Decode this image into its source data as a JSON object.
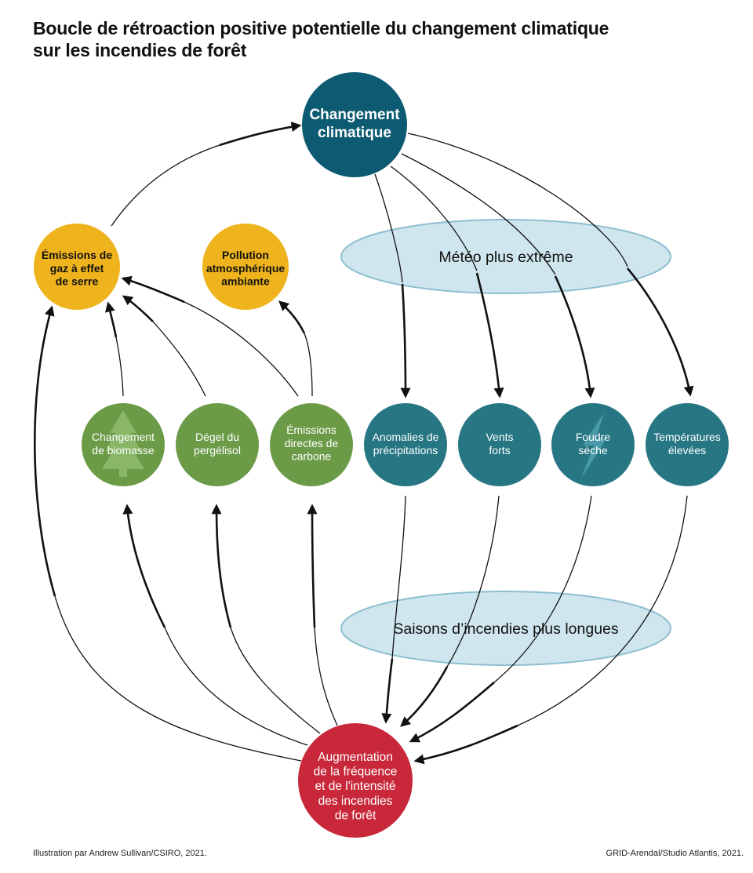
{
  "title_line1": "Boucle de rétroaction positive potentielle du changement climatique",
  "title_line2": "sur les incendies de forêt",
  "credits": {
    "left": "Illustration par Andrew Sullivan/CSIRO, 2021.",
    "right": "GRID-Arendal/Studio Atlantis, 2021."
  },
  "colors": {
    "climate": "#0d5a73",
    "yellow": "#efb41d",
    "green": "#6c9b48",
    "teal": "#277683",
    "red": "#c8283a",
    "ellipse_fill": "#cfe6ee",
    "ellipse_stroke": "#8ebfcf"
  },
  "nodes": {
    "climate_change": {
      "lines": [
        "Changement",
        "climatique"
      ]
    },
    "ghg": {
      "lines": [
        "Émissions de",
        "gaz à effet",
        "de serre"
      ]
    },
    "pollution": {
      "lines": [
        "Pollution",
        "atmosphérique",
        "ambiante"
      ]
    },
    "biomass": {
      "lines": [
        "Changement",
        "de biomasse"
      ],
      "icon": "tree-icon"
    },
    "permafrost": {
      "lines": [
        "Dégel du",
        "pergélisol"
      ]
    },
    "carbon": {
      "lines": [
        "Émissions",
        "directes de",
        "carbone"
      ]
    },
    "precip": {
      "lines": [
        "Anomalies de",
        "précipitations"
      ]
    },
    "winds": {
      "lines": [
        "Vents",
        "forts"
      ]
    },
    "lightning": {
      "lines": [
        "Foudre",
        "sèche"
      ],
      "icon": "lightning-icon"
    },
    "temps": {
      "lines": [
        "Températures",
        "élevées"
      ]
    },
    "fires": {
      "lines": [
        "Augmentation",
        "de la fréquence",
        "et de l'intensité",
        "des incendies",
        "de forêt"
      ]
    }
  },
  "ellipses": {
    "weather": "Météo plus extrême",
    "seasons": "Saisons d’incendies plus longues"
  }
}
